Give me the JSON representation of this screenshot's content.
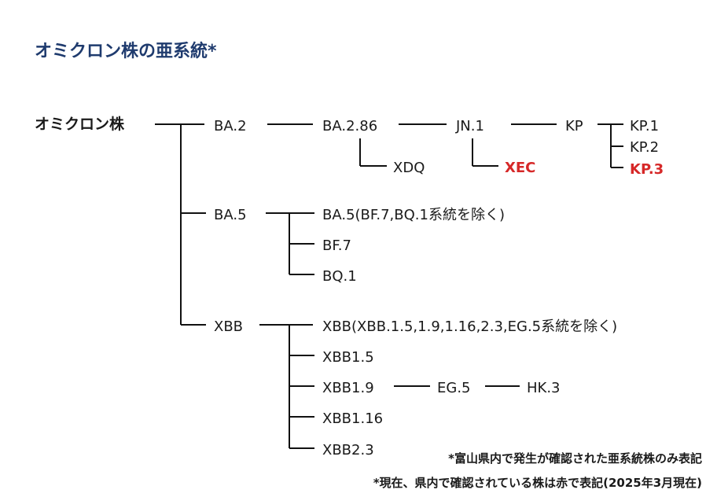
{
  "title": "オミクロン株の亜系統*",
  "root": "オミクロン株",
  "colors": {
    "title": "#1f3b6e",
    "text": "#1a1a1a",
    "highlight": "#d62828"
  },
  "nodes": {
    "ba2": "BA.2",
    "ba286": "BA.2.86",
    "jn1": "JN.1",
    "kp": "KP",
    "kp1": "KP.1",
    "kp2": "KP.2",
    "kp3": "KP.3",
    "xdq": "XDQ",
    "xec": "XEC",
    "ba5": "BA.5",
    "ba5_other": "BA.5(BF.7,BQ.1系統を除く)",
    "bf7": "BF.7",
    "bq1": "BQ.1",
    "xbb": "XBB",
    "xbb_other": "XBB(XBB.1.5,1.9,1.16,2.3,EG.5系統を除く)",
    "xbb15": "XBB1.5",
    "xbb19": "XBB1.9",
    "eg5": "EG.5",
    "hk3": "HK.3",
    "xbb116": "XBB1.16",
    "xbb23": "XBB2.3"
  },
  "notes": [
    "*富山県内で発生が確認された亜系統株のみ表記",
    "*現在、県内で確認されている株は赤で表記(2025年3月現在)"
  ]
}
